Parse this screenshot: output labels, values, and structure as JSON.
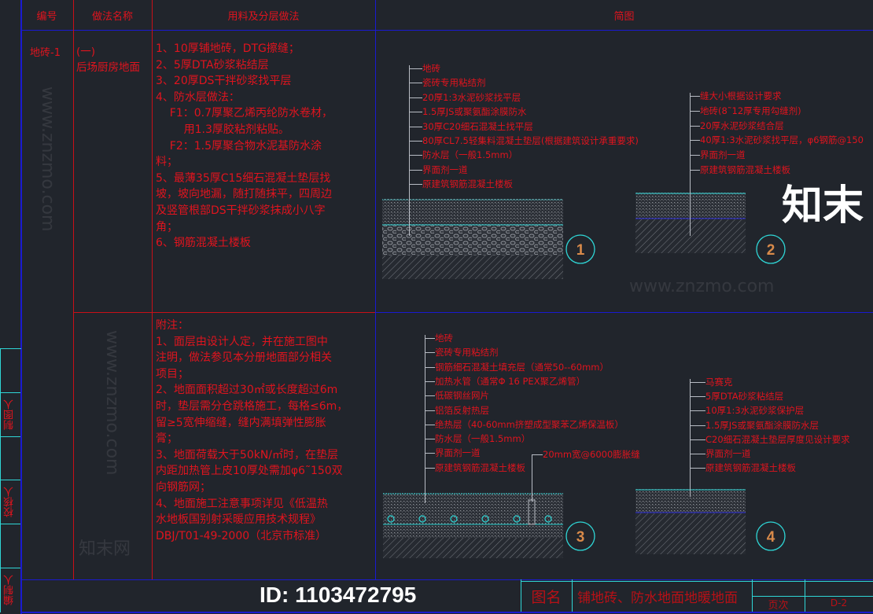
{
  "header": {
    "col_code": "编号",
    "col_name": "做法名称",
    "col_materials": "用料及分层做法",
    "col_diagram": "简图"
  },
  "row1": {
    "code": "地砖-1",
    "name_lines": [
      "(一)",
      "后场厨房地面"
    ],
    "material_lines": [
      "1、10厚铺地砖，DTG擦缝；",
      "2、5厚DTA砂浆粘结层",
      "3、20厚DS干拌砂浆找平层",
      "4、防水层做法：",
      "    F1：0.7厚聚乙烯丙纶防水卷材，",
      "        用1.3厚胶粘剂粘贴。",
      "    F2：1.5厚聚合物水泥基防水涂",
      "料；",
      "5、最薄35厚C15细石混凝土垫层找",
      "坡，坡向地漏，随打随抹平，四周边",
      "及竖管根部DS干拌砂浆抹成小八字",
      "角；",
      "6、钢筋混凝土楼板"
    ]
  },
  "row2": {
    "note_lines": [
      "附注：",
      "1、面层由设计人定，并在施工图中",
      "注明，做法参见本分册地面部分相关",
      "项目；",
      "2、地面面积超过30㎡或长度超过6m",
      "时，垫层需分仓跳格施工，每格≤6m，",
      "留≥5宽伸缩缝，缝内满填弹性膨胀",
      "膏；",
      "3、地面荷载大于50kN/㎡时，在垫层",
      "内距加热管上皮10厚处需加φ6˜150双",
      "向钢筋网；",
      "4、地面施工注意事项详见《低温热",
      "水地板国别射采暖应用技术规程》",
      "DBJ/T01-49-2000（北京市标准）"
    ]
  },
  "diagrams": [
    {
      "number": "1",
      "labels": [
        "地砖",
        "瓷砖专用粘结剂",
        "20厚1:3水泥砂浆找平层",
        "1.5厚JS或聚氨酯涂膜防水",
        "30厚C20细石混凝土找平层",
        "80厚CL7.5轻集料混凝土垫层(根据建筑设计承重要求)",
        "防水层（一般1.5mm）",
        "界面剂一道",
        "原建筑钢筋混凝土楼板"
      ]
    },
    {
      "number": "2",
      "labels": [
        "缝大小根据设计要求",
        "地砖(8˜12厚专用勾缝剂)",
        "20厚水泥砂浆结合层",
        "40厚1:3水泥砂浆找平层，φ6钢筋@150",
        "界面剂一道",
        "原建筑钢筋混凝土楼板"
      ]
    },
    {
      "number": "3",
      "labels": [
        "地砖",
        "瓷砖专用粘结剂",
        "钢筋细石混凝土填充层（通常50--60mm）",
        "加热水管（通常Φ 16 PEX聚乙烯管）",
        "低碳钢丝网片",
        "铝箔反射热层",
        "绝热层（40-60mm挤塑成型聚苯乙烯保温板）",
        "防水层（一般1.5mm）",
        "界面剂一道",
        "原建筑钢筋混凝土楼板"
      ],
      "extra_label": "20mm宽@6000膨胀缝"
    },
    {
      "number": "4",
      "labels": [
        "马赛克",
        "5厚DTA砂浆粘结层",
        "10厚1:3水泥砂浆保护层",
        "1.5厚JS或聚氨酯涂膜防水层",
        "C20细石混凝土垫层厚度见设计要求",
        "界面剂一道",
        "原建筑钢筋混凝土楼板"
      ]
    }
  ],
  "side_strip": {
    "labels": [
      "制图人",
      "校核人",
      "编制人"
    ]
  },
  "title_block": {
    "name_label": "图名",
    "name_value": "铺地砖、防水地面地暖地面",
    "page_label": "页次",
    "page_value": "D-2"
  },
  "watermark": {
    "logo": "知末",
    "id": "ID: 1103472795",
    "site": "www.znzmo.com",
    "site_cn": "知末网"
  },
  "colors": {
    "background": "#21252c",
    "text_red": "#e0141e",
    "frame_blue": "#1a1ad0",
    "cyan": "#2fd6d6",
    "leader_grey": "#b8bcc4",
    "number_orange": "#d88a4a"
  }
}
